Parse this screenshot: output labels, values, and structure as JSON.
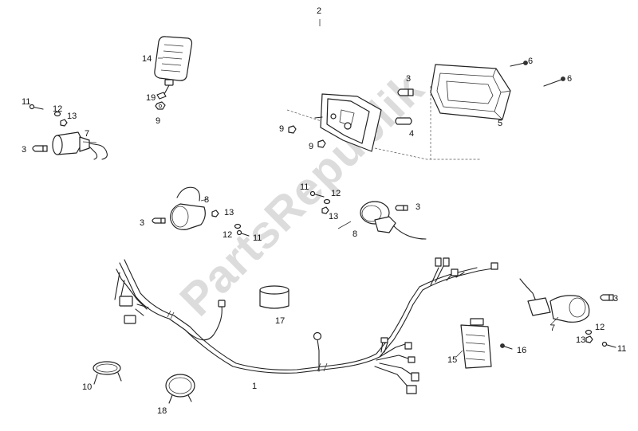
{
  "watermark": "PartsRepublik",
  "callouts": {
    "c1": "1",
    "c2": "2",
    "c3a": "3",
    "c3b": "3",
    "c3c": "3",
    "c3d": "3",
    "c3e": "3",
    "c4": "4",
    "c5": "5",
    "c6a": "6",
    "c6b": "6",
    "c7a": "7",
    "c7b": "7",
    "c8a": "8",
    "c8b": "8",
    "c9a": "9",
    "c9b": "9",
    "c9c": "9",
    "c10": "10",
    "c11a": "11",
    "c11b": "11",
    "c11c": "11",
    "c11d": "11",
    "c12a": "12",
    "c12b": "12",
    "c12c": "12",
    "c12d": "12",
    "c13a": "13",
    "c13b": "13",
    "c13c": "13",
    "c13d": "13",
    "c14": "14",
    "c15": "15",
    "c16": "16",
    "c17": "17",
    "c18": "18",
    "c19": "19"
  }
}
